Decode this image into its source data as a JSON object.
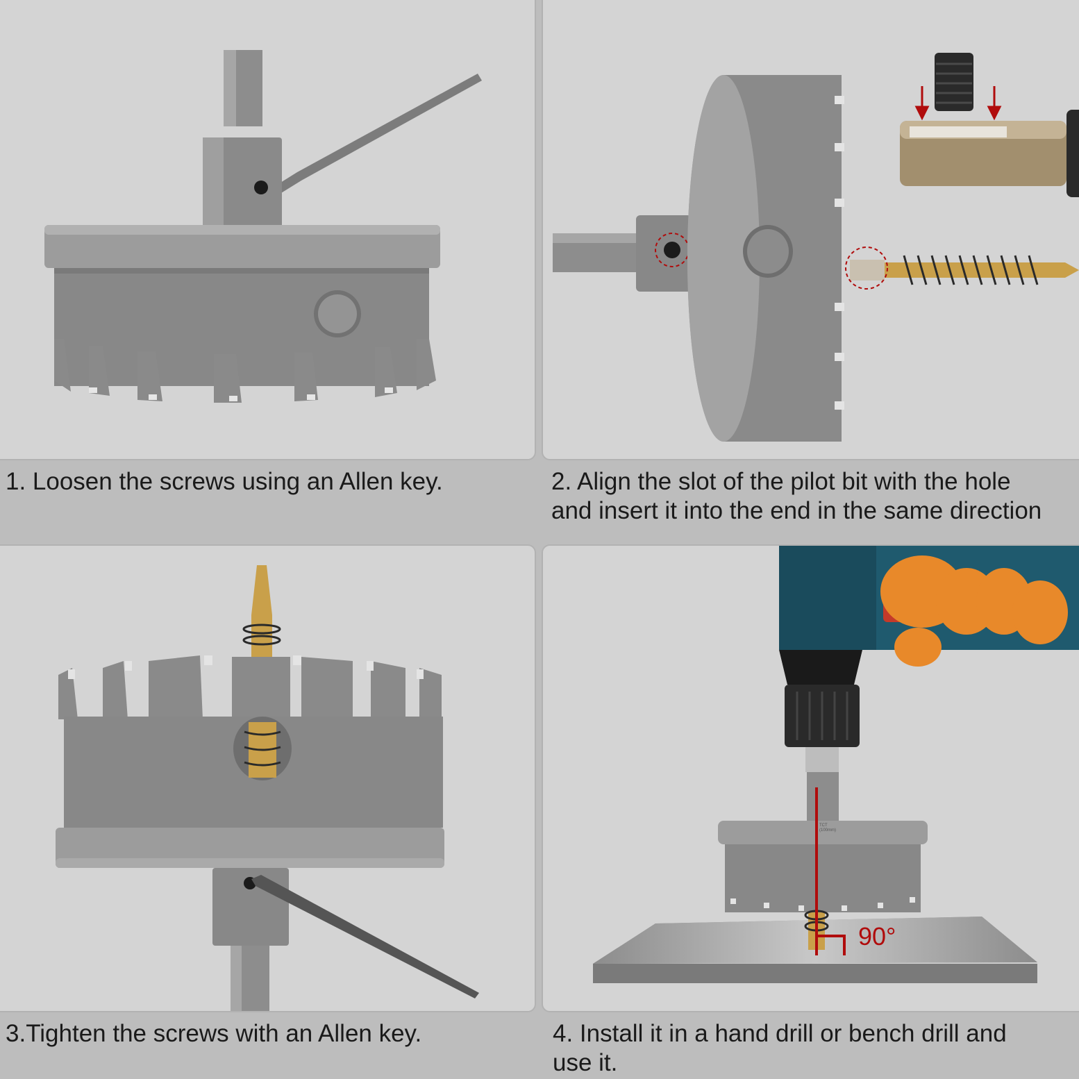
{
  "steps": [
    {
      "caption_lines": [
        "1. Loosen the screws using an Allen key."
      ]
    },
    {
      "caption_lines": [
        "2. Align the slot of the pilot bit with the hole",
        "and insert it into the end in the same direction"
      ]
    },
    {
      "caption_lines": [
        "3.Tighten the screws with an Allen key."
      ]
    },
    {
      "caption_lines": [
        "4. Install it in a hand drill or bench drill and",
        "use it."
      ]
    }
  ],
  "angle_label": "90°",
  "hole_saw_label": [
    "TCT",
    "(100mm)"
  ],
  "colors": {
    "panel_bg": "#d4d4d4",
    "page_bg": "#bdbdbd",
    "steel": "#8a8a8a",
    "steel_dark": "#6e6e6e",
    "gold": "#c9a04a",
    "accent_red": "#b00c0c",
    "drill_teal": "#1f5a6e",
    "glove_orange": "#e8892a"
  },
  "icons": [
    "hole-saw-icon",
    "allen-key-icon",
    "pilot-drill-bit-icon",
    "set-screw-icon",
    "hand-drill-icon",
    "steel-plate-icon"
  ]
}
